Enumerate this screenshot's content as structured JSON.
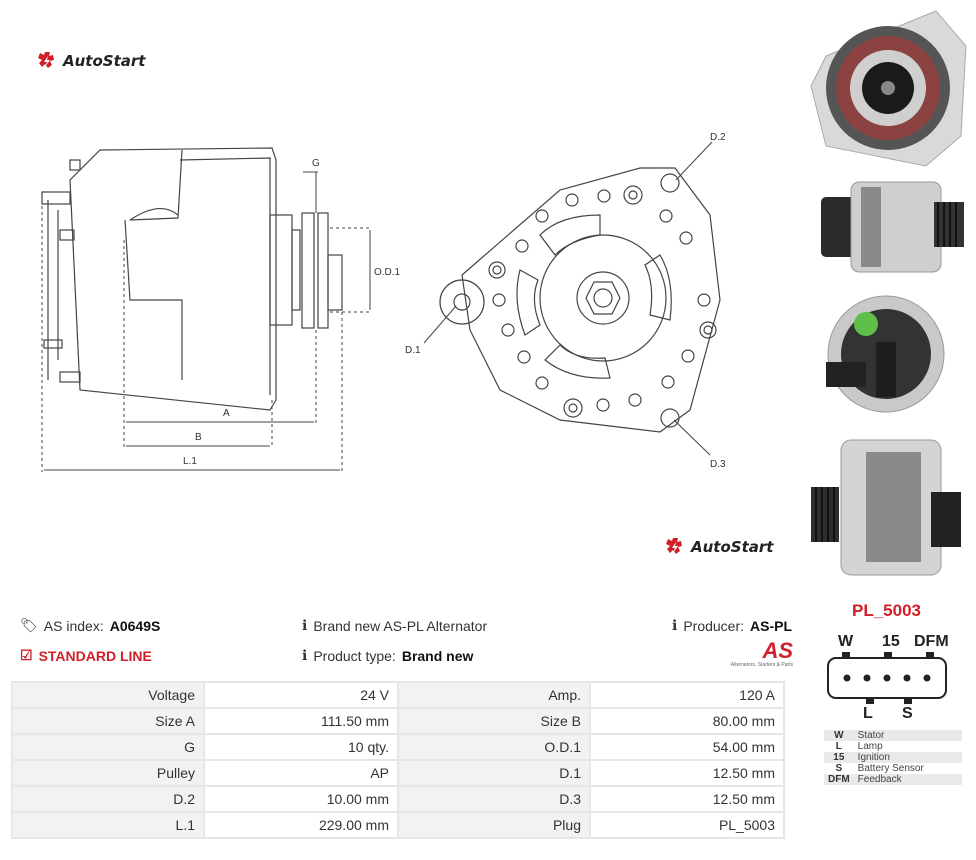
{
  "brand": {
    "logo_text": "AutoStart"
  },
  "drawing": {
    "labels": {
      "g": "G",
      "od1": "O.D.1",
      "a": "A",
      "b": "B",
      "l1": "L.1",
      "d1": "D.1",
      "d2": "D.2",
      "d3": "D.3"
    }
  },
  "info": {
    "as_index_label": "AS index:",
    "as_index_value": "A0649S",
    "line": "STANDARD LINE",
    "brand_new": "Brand new AS-PL Alternator",
    "product_type_label": "Product type:",
    "product_type_value": "Brand new",
    "producer_label": "Producer:",
    "producer_value": "AS-PL",
    "producer_logo_text": "AS",
    "producer_tagline": "Alternators, Starters & Parts"
  },
  "specs": [
    [
      "Voltage",
      "24 V",
      "Amp.",
      "120 A"
    ],
    [
      "Size A",
      "111.50 mm",
      "Size B",
      "80.00 mm"
    ],
    [
      "G",
      "10 qty.",
      "O.D.1",
      "54.00 mm"
    ],
    [
      "Pulley",
      "AP",
      "D.1",
      "12.50 mm"
    ],
    [
      "D.2",
      "10.00 mm",
      "D.3",
      "12.50 mm"
    ],
    [
      "L.1",
      "229.00 mm",
      "Plug",
      "PL_5003"
    ]
  ],
  "plug": {
    "title": "PL_5003",
    "top_pins": [
      "W",
      "15",
      "DFM"
    ],
    "bottom_pins": [
      "L",
      "S"
    ],
    "legend": [
      [
        "W",
        "Stator"
      ],
      [
        "L",
        "Lamp"
      ],
      [
        "15",
        "Ignition"
      ],
      [
        "S",
        "Battery Sensor"
      ],
      [
        "DFM",
        "Feedback"
      ]
    ]
  },
  "colors": {
    "accent": "#d0202a",
    "table_key_bg": "#f2f2f2",
    "table_border": "#e6e6e6"
  }
}
